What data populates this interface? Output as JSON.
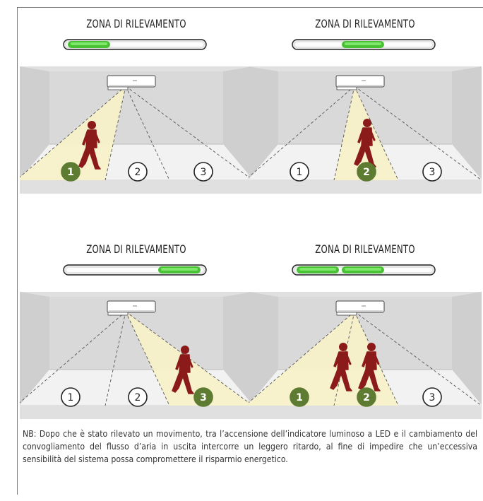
{
  "panels": [
    {
      "title": "ZONA DI RILEVAMENTO",
      "zones": [
        "1",
        "2",
        "3"
      ],
      "active": [
        true,
        false,
        false
      ],
      "bar": [
        true,
        false,
        false
      ]
    },
    {
      "title": "ZONA DI RILEVAMENTO",
      "zones": [
        "1",
        "2",
        "3"
      ],
      "active": [
        false,
        true,
        false
      ],
      "bar": [
        false,
        true,
        false
      ]
    },
    {
      "title": "ZONA DI RILEVAMENTO",
      "zones": [
        "1",
        "2",
        "3"
      ],
      "active": [
        false,
        false,
        true
      ],
      "bar": [
        false,
        false,
        true
      ]
    },
    {
      "title": "ZONA DI RILEVAMENTO",
      "zones": [
        "1",
        "2",
        "3"
      ],
      "active": [
        true,
        true,
        false
      ],
      "bar": [
        true,
        true,
        false
      ]
    }
  ],
  "note": "NB: Dopo che è stato rilevato un movimento, tra l’accensione dell’indicatore luminoso a LED e il cambiamento del convogliamento del flusso d’aria in uscita intercorre un leggero ritardo, al fine di impedire che un’eccessiva sensibilità del sistema possa compromettere il risparmio energetico.",
  "colors": {
    "active_zone": "#5e7b32",
    "led_green": "#3fbf2a",
    "person": "#8b1a1a",
    "cone": "#f7f1c8",
    "wall": "#cfcfcf",
    "floor": "#f2f2f2"
  }
}
